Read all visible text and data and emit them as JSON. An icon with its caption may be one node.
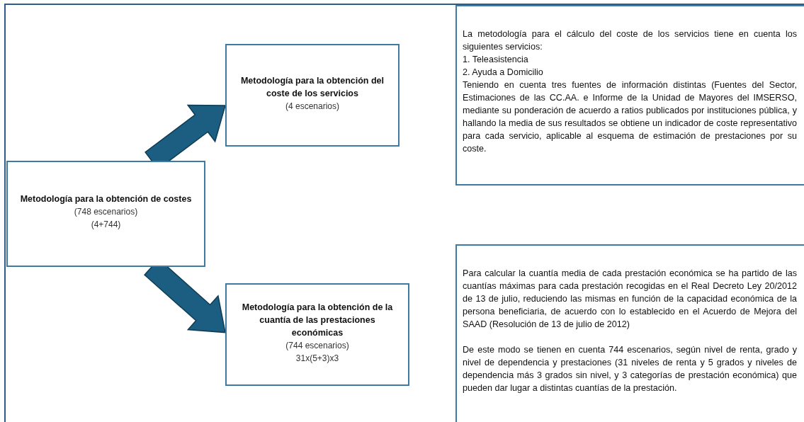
{
  "diagram": {
    "nodes": [
      {
        "text": [
          "Metodología para la obtención de costes",
          "(748 escenarios)",
          "(4+744)"
        ]
      },
      {
        "text": [
          "Metodología para la obtención del coste de los servicios",
          "(4 escenarios)"
        ]
      },
      {
        "text": [
          "Metodología para la obtención de la cuantía de las prestaciones económicas",
          "(744 escenarios)",
          "31x(5+3)x3"
        ]
      },
      {
        "text": [
          "La metodología para el cálculo del coste de los servicios tiene en cuenta los siguientes servicios:",
          "1. Teleasistencia",
          "2. Ayuda a Domicilio",
          "Teniendo en cuenta tres fuentes de información distintas (Fuentes del Sector, Estimaciones de las CC.AA. e Informe de la Unidad de Mayores del IMSERSO, mediante su ponderación de acuerdo a ratios publicados por instituciones pública, y hallando la media de sus resultados se obtiene un indicador de coste representativo para cada servicio, aplicable al esquema de estimación de prestaciones por su coste."
        ]
      },
      {
        "text": [
          "Para calcular la cuantía media de cada prestación económica se ha partido de las cuantías máximas para cada prestación recogidas en el Real Decreto Ley 20/2012 de 13 de julio, reduciendo las mismas en función de la capacidad económica de la persona beneficiaria, de acuerdo con lo establecido en el Acuerdo de Mejora del SAAD (Resolución de 13 de julio de 2012)",
          "De este modo se tienen en cuenta 744 escenarios, según nivel de renta, grado y nivel de dependencia y prestaciones (31 niveles de renta y 5 grados y niveles de dependencia más 3 grados sin nivel, y 3 categorías de prestación económica) que pueden dar lugar a distintas cuantías de la prestación."
        ]
      }
    ],
    "edges": [
      {
        "from": 0,
        "to": 1,
        "arrow": "to",
        "style": "thick"
      },
      {
        "from": 0,
        "to": 2,
        "arrow": "to",
        "style": "thick"
      }
    ]
  }
}
